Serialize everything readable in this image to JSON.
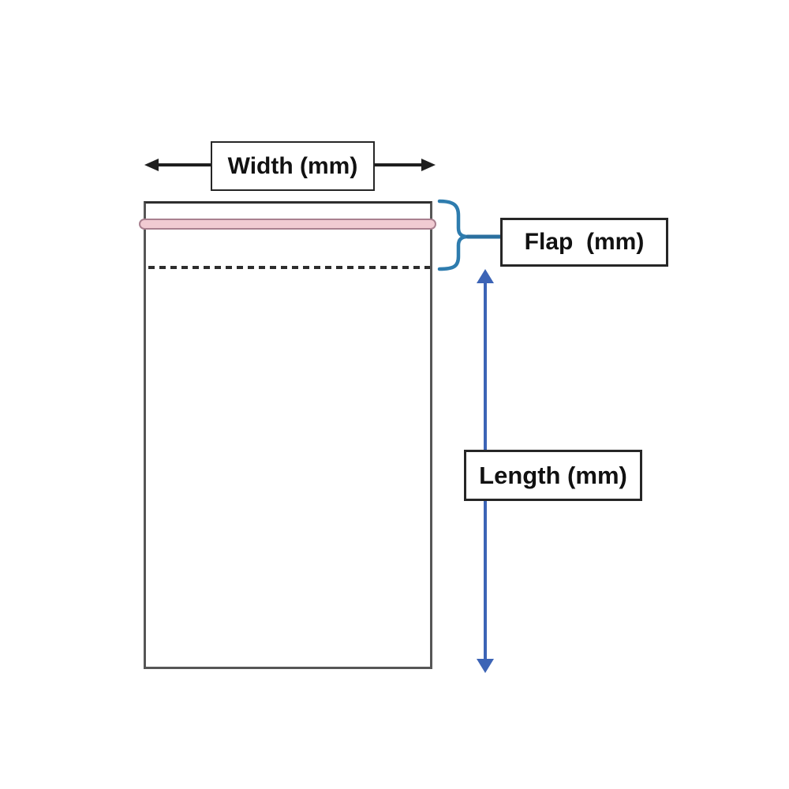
{
  "labels": {
    "width": "Width (mm)",
    "flap": "Flap  (mm)",
    "length": "Length (mm)"
  },
  "colors": {
    "dimension_arrow_black": "#1f1f1f",
    "length_arrow_blue": "#3c64b6",
    "brace_blue": "#2e7cae",
    "adhesive_strip_fill": "#f1cbd2",
    "adhesive_strip_border": "#a9808f",
    "bag_border": "#565656",
    "fold_line": "#2d2d2d",
    "label_box_border": "#262626"
  }
}
